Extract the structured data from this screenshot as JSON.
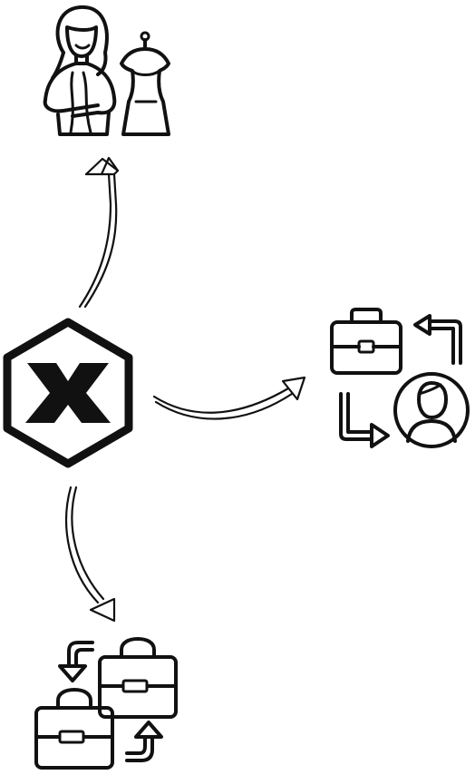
{
  "diagram": {
    "center_node": {
      "icon": "x-hexagon-logo-icon"
    },
    "nodes": [
      {
        "id": "top",
        "icon": "tailor-with-mannequin-icon"
      },
      {
        "id": "right",
        "icon": "briefcase-user-exchange-icon"
      },
      {
        "id": "bottom",
        "icon": "briefcase-swap-icon"
      }
    ],
    "edges": [
      {
        "from": "center",
        "to": "top",
        "icon": "curved-arrow-up-icon"
      },
      {
        "from": "center",
        "to": "right",
        "icon": "curved-arrow-right-icon"
      },
      {
        "from": "center",
        "to": "bottom",
        "icon": "curved-arrow-down-icon"
      }
    ],
    "colors": {
      "ink": "#111111",
      "background": "#ffffff"
    }
  }
}
